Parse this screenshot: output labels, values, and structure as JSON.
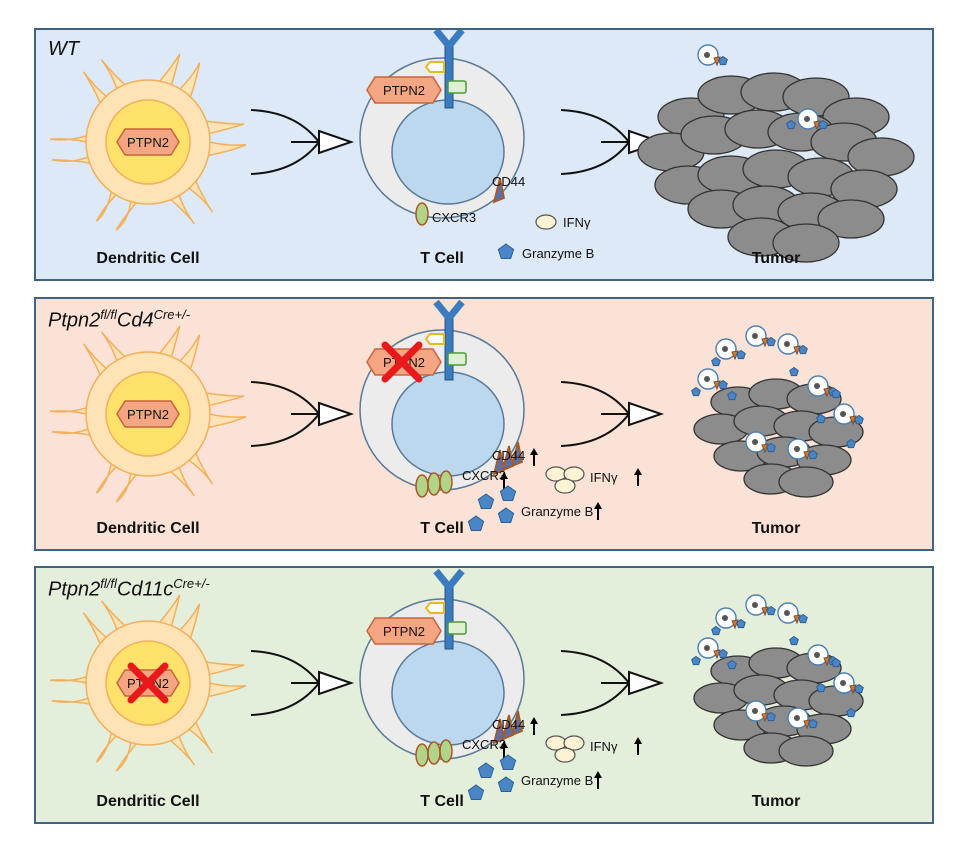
{
  "panels": [
    {
      "title_main": "WT",
      "bg": "#dde9f6",
      "dc_knockout": false,
      "t_knockout": false,
      "cd44": "CD44",
      "cxcr3": "CXCR3",
      "ifng": "IFNγ",
      "granzyme": "Granzyme B",
      "arrows_up": false
    },
    {
      "title_a": "Ptpn2",
      "title_a_sup": "fl/fl",
      "title_b": "Cd4",
      "title_b_sup": "Cre+/-",
      "bg": "#fbe2d6",
      "dc_knockout": false,
      "t_knockout": true,
      "cd44": "CD44",
      "cxcr3": "CXCR3",
      "ifng": "IFNγ",
      "granzyme": "Granzyme B",
      "arrows_up": true
    },
    {
      "title_a": "Ptpn2",
      "title_a_sup": "fl/fl",
      "title_b": "Cd11c",
      "title_b_sup": "Cre+/-",
      "bg": "#e3eedb",
      "dc_knockout": true,
      "t_knockout": false,
      "cd44": "CD44",
      "cxcr3": "CXCR3",
      "ifng": "IFNγ",
      "granzyme": "Granzyme B",
      "arrows_up": true
    }
  ],
  "labels": {
    "ptpn2": "PTPN2",
    "dendritic": "Dendritic Cell",
    "tcell": "T Cell",
    "tumor": "Tumor"
  },
  "colors": {
    "border": "#3e6383",
    "ptpn2_fill": "#f4a582",
    "ptpn2_stroke": "#c8643c",
    "dc_body": "#fde3b5",
    "dc_stroke": "#f2b05c",
    "dc_core": "#fee26b",
    "t_outer": "#ececec",
    "t_nucleus": "#bcd8ef",
    "receptor": "#3b7bbf",
    "tumor_fill": "#8c8c8c",
    "tumor_stroke": "#333333",
    "granzyme": "#4a86c6",
    "ifng": "#fbf3d3",
    "cxcr3": "#b2d488",
    "knockout": "#e8191b"
  }
}
